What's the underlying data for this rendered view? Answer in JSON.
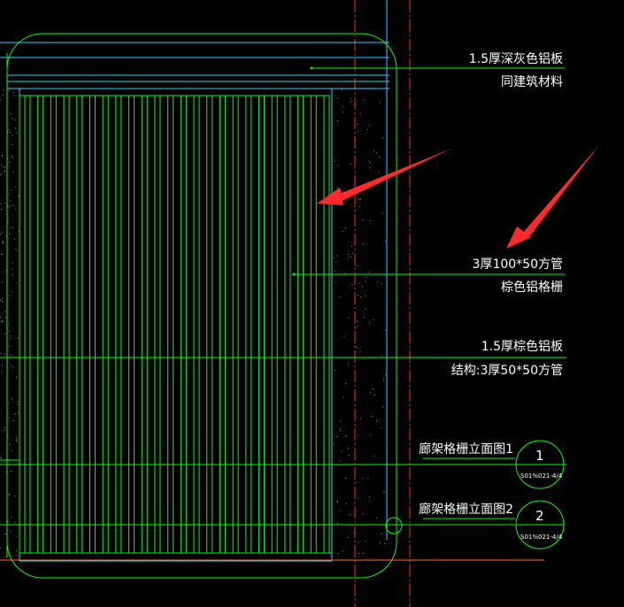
{
  "colors": {
    "background": "#000000",
    "green": "#00ff00",
    "cyan": "#33ccff",
    "white": "#ffffff",
    "red_dashed": "#ff2a2a",
    "orange": "#ff6a28",
    "arrow": "#ff2a2a"
  },
  "callouts": {
    "top_line1": "1.5厚深灰色铝板",
    "top_line2": "同建筑材料",
    "mid_line1": "3厚100*50方管",
    "mid_line2": "棕色铝格栅",
    "low_line1": "1.5厚棕色铝板",
    "low_line2": "结构:3厚50*50方管"
  },
  "detail_refs": [
    {
      "title": "廊架格栅立面图1",
      "number": "1",
      "sheet": "S01%021-4/4"
    },
    {
      "title": "廊架格栅立面图2",
      "number": "2",
      "sheet": "S01%021-4/4"
    }
  ],
  "annotations": {
    "arrows": [
      "arrow-pointing-grille",
      "arrow-pointing-callout"
    ]
  }
}
